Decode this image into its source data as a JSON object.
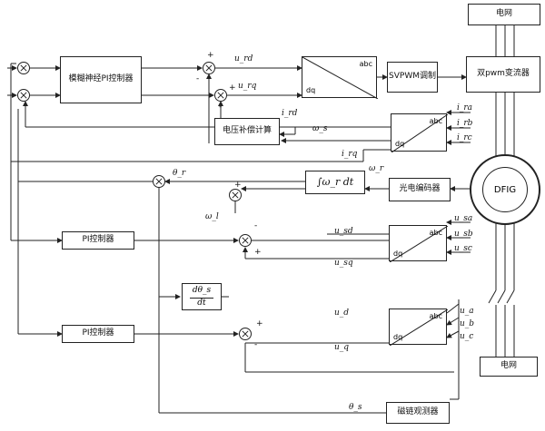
{
  "blocks": {
    "grid_top": "电网",
    "grid_bottom": "电网",
    "fuzzy_pi": "模糊神经PI控制器",
    "svpwm": "SVPWM调制",
    "converter": "双pwm变流器",
    "voltage_comp": "电压补偿计算",
    "encoder": "光电编码器",
    "dfig": "DFIG",
    "pi_1": "PI控制器",
    "pi_2": "PI控制器",
    "flux_observer": "磁链观测器",
    "integrator": "∫ω_r dt",
    "derivative_num": "dθ_s",
    "derivative_den": "dt"
  },
  "transforms": {
    "abc": "abc",
    "dq": "dq"
  },
  "signals": {
    "u_rd": "u_rd",
    "u_rq": "u_rq",
    "i_rd": "i_rd",
    "i_rq": "i_rq",
    "omega_s": "ω_s",
    "omega_r": "ω_r",
    "theta_r": "θ_r",
    "omega_l": "ω_l",
    "i_ra": "i_ra",
    "i_rb": "i_rb",
    "i_rc": "i_rc",
    "u_sd": "u_sd",
    "u_sq": "u_sq",
    "u_sa": "u_sa",
    "u_sb": "u_sb",
    "u_sc": "u_sc",
    "u_d": "u_d",
    "u_q": "u_q",
    "u_a": "u_a",
    "u_b": "u_b",
    "u_c": "u_c",
    "theta_s": "θ_s"
  },
  "signs": {
    "plus": "+",
    "minus": "-"
  }
}
